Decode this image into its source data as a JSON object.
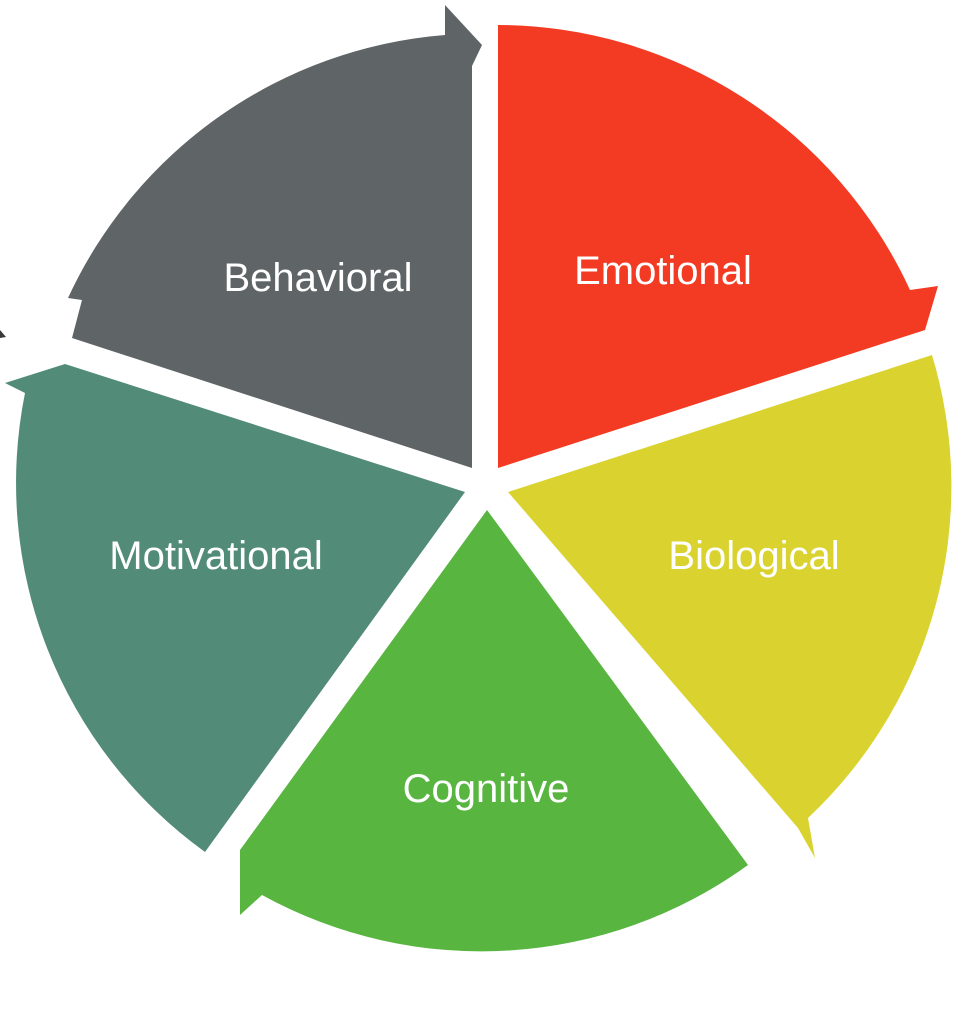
{
  "diagram": {
    "type": "cycle",
    "segments": [
      {
        "id": "emotional",
        "label": "Emotional",
        "color": "#F33A22"
      },
      {
        "id": "biological",
        "label": "Biological",
        "color": "#DAD32F"
      },
      {
        "id": "cognitive",
        "label": "Cognitive",
        "color": "#58B540"
      },
      {
        "id": "motivational",
        "label": "Motivational",
        "color": "#528B77"
      },
      {
        "id": "behavioral",
        "label": "Behavioral",
        "color": "#5F6466"
      }
    ]
  }
}
